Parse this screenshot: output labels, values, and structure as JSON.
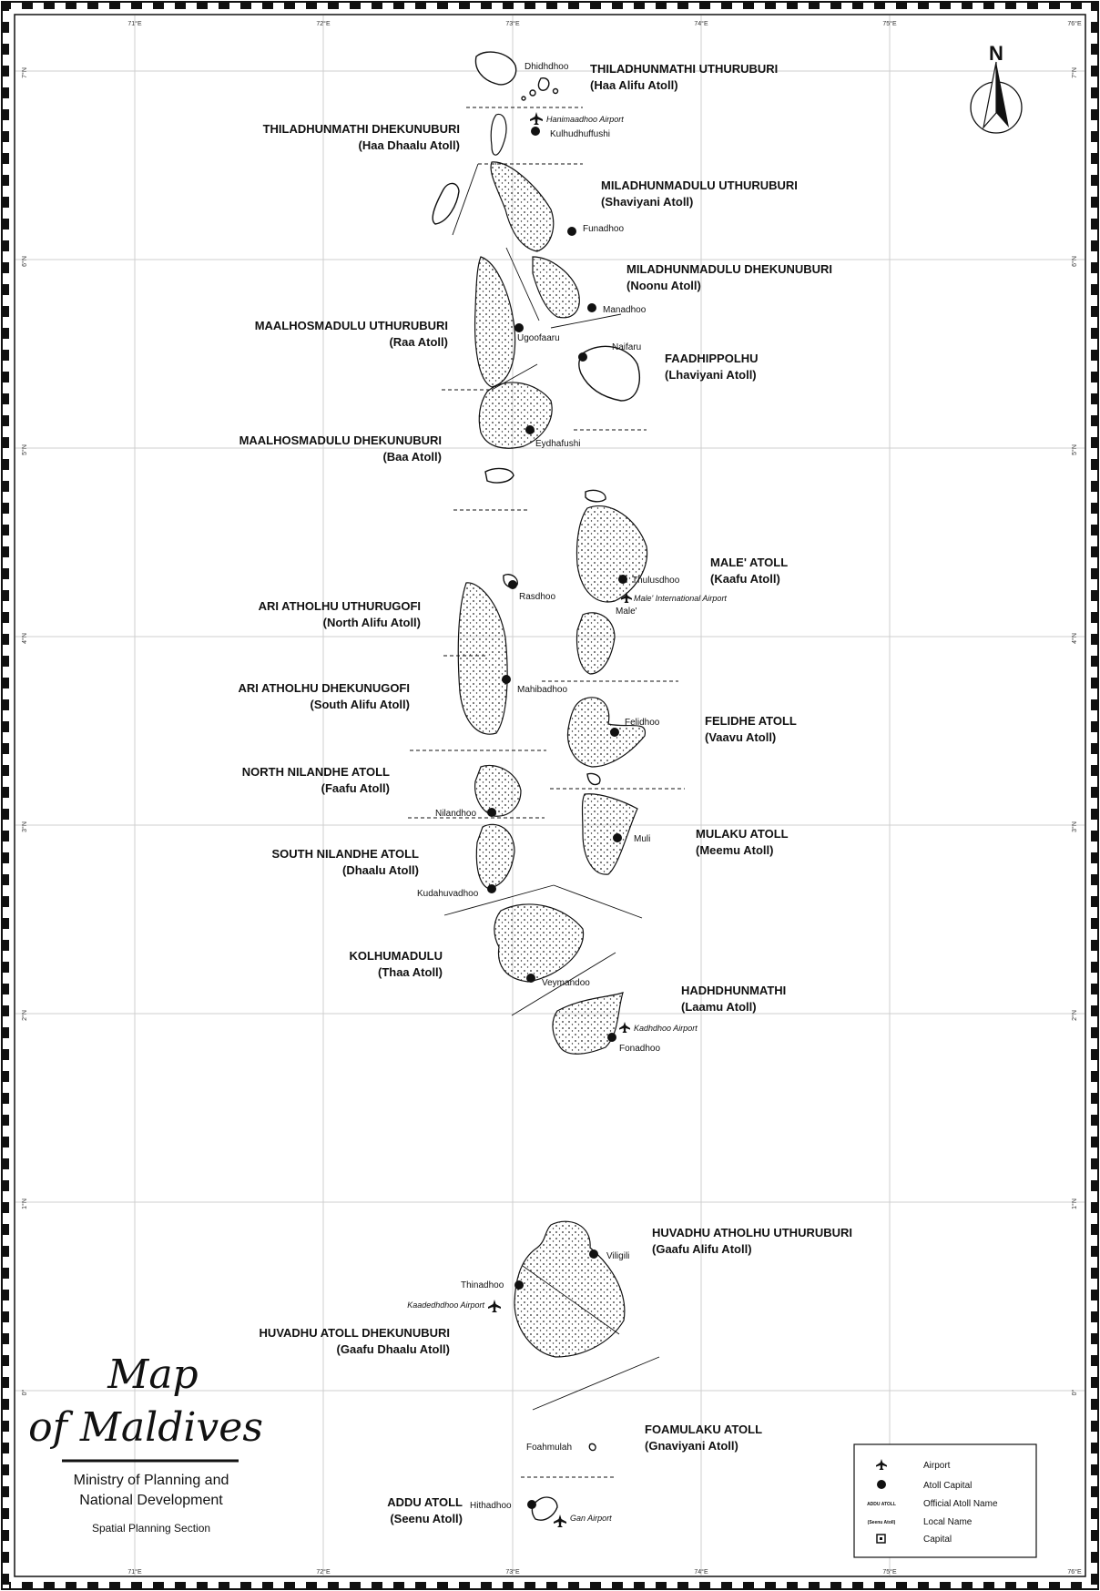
{
  "coords": {
    "top": [
      "71°E",
      "72°E",
      "73°E",
      "74°E",
      "75°E",
      "76°E"
    ],
    "left": [
      "7°N",
      "6°N",
      "5°N",
      "4°N",
      "3°N",
      "2°N",
      "1°N",
      "0°"
    ],
    "right": [
      "7°N",
      "6°N",
      "5°N",
      "4°N",
      "3°N",
      "2°N",
      "1°N",
      "0°"
    ],
    "bottom": [
      "71°E",
      "72°E",
      "73°E",
      "74°E",
      "75°E",
      "76°E"
    ]
  },
  "north": "N",
  "atolls": [
    {
      "name": "THILADHUNMATHI UTHURUBURI",
      "local": "(Haa Alifu Atoll)"
    },
    {
      "name": "THILADHUNMATHI DHEKUNUBURI",
      "local": "(Haa Dhaalu Atoll)"
    },
    {
      "name": "MILADHUNMADULU UTHURUBURI",
      "local": "(Shaviyani Atoll)"
    },
    {
      "name": "MILADHUNMADULU DHEKUNUBURI",
      "local": "(Noonu Atoll)"
    },
    {
      "name": "MAALHOSMADULU UTHURUBURI",
      "local": "(Raa Atoll)"
    },
    {
      "name": "FAADHIPPOLHU",
      "local": "(Lhaviyani Atoll)"
    },
    {
      "name": "MAALHOSMADULU DHEKUNUBURI",
      "local": "(Baa Atoll)"
    },
    {
      "name": "MALE' ATOLL",
      "local": "(Kaafu Atoll)"
    },
    {
      "name": "ARI ATHOLHU UTHURUGOFI",
      "local": "(North Alifu Atoll)"
    },
    {
      "name": "ARI ATHOLHU DHEKUNUGOFI",
      "local": "(South Alifu Atoll)"
    },
    {
      "name": "FELIDHE ATOLL",
      "local": "(Vaavu Atoll)"
    },
    {
      "name": "NORTH NILANDHE ATOLL",
      "local": "(Faafu Atoll)"
    },
    {
      "name": "MULAKU ATOLL",
      "local": "(Meemu Atoll)"
    },
    {
      "name": "SOUTH NILANDHE ATOLL",
      "local": "(Dhaalu Atoll)"
    },
    {
      "name": "KOLHUMADULU",
      "local": "(Thaa Atoll)"
    },
    {
      "name": "HADHDHUNMATHI",
      "local": "(Laamu Atoll)"
    },
    {
      "name": "HUVADHU ATHOLHU UTHURUBURI",
      "local": "(Gaafu Alifu Atoll)"
    },
    {
      "name": "HUVADHU ATOLL DHEKUNUBURI",
      "local": "(Gaafu Dhaalu Atoll)"
    },
    {
      "name": "FOAMULAKU ATOLL",
      "local": "(Gnaviyani Atoll)"
    },
    {
      "name": "ADDU ATOLL",
      "local": "(Seenu Atoll)"
    }
  ],
  "towns": [
    "Dhidhdhoo",
    "Kulhudhuffushi",
    "Funadhoo",
    "Manadhoo",
    "Ugoofaaru",
    "Naifaru",
    "Eydhafushi",
    "Thulusdhoo",
    "Male'",
    "Rasdhoo",
    "Mahibadhoo",
    "Felidhoo",
    "Nilandhoo",
    "Muli",
    "Kudahuvadhoo",
    "Veymandoo",
    "Fonadhoo",
    "Viligili",
    "Thinadhoo",
    "Foahmulah",
    "Hithadhoo"
  ],
  "airports": [
    "Hanimaadhoo Airport",
    "Male' International Airport",
    "Kadhdhoo Airport",
    "Kaadedhdhoo Airport",
    "Gan Airport"
  ],
  "title": {
    "line1": "Map",
    "line2": "of Maldives"
  },
  "org": {
    "line1": "Ministry of Planning and",
    "line2": "National Development",
    "line3": "Spatial Planning Section"
  },
  "legend": {
    "items": [
      "Airport",
      "Atoll Capital",
      "Official Atoll Name",
      "Local Name",
      "Capital"
    ],
    "sample_official": "ADDU ATOLL",
    "sample_local": "(Seenu Atoll)"
  }
}
